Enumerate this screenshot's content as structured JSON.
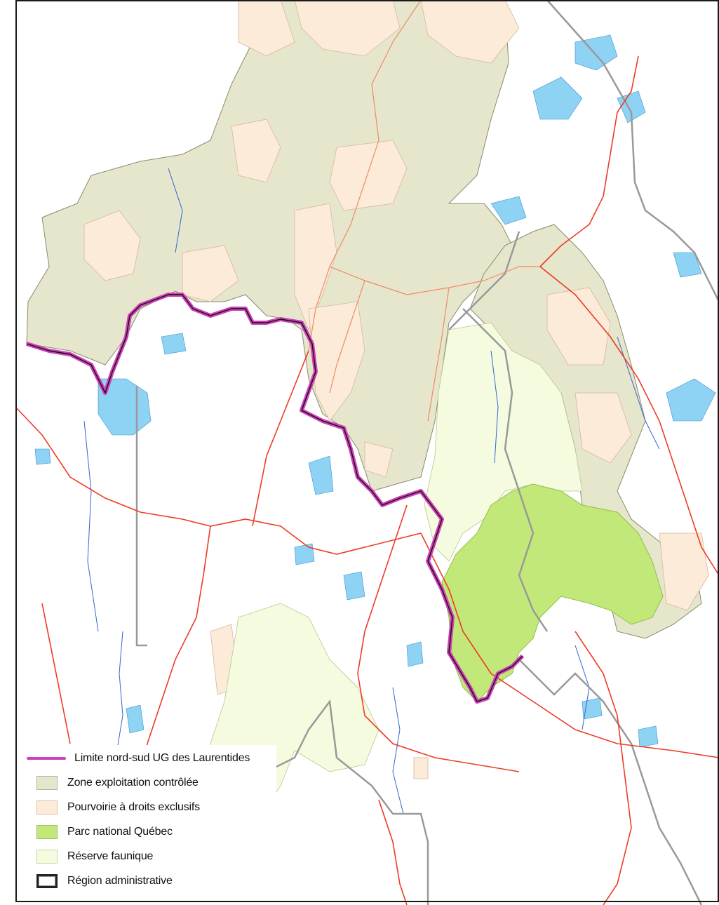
{
  "map": {
    "colors": {
      "water": "#8fd3f4",
      "zec": "#e6e6cc",
      "pourvoirie": "#fcebd8",
      "parc": "#c3e87a",
      "reserve": "#f4fbdf",
      "roads": "#ee3b24",
      "roads_secondary": "#f08a66",
      "rivers": "#3366cc",
      "limite": "#cf3fb8",
      "region": "#999999"
    }
  },
  "legend": {
    "items": [
      {
        "label": "Limite nord-sud UG des Laurentides",
        "symbol": "line-magenta"
      },
      {
        "label": "Zone exploitation contrôlée",
        "symbol": "fill-zec"
      },
      {
        "label": "Pourvoirie à droits exclusifs",
        "symbol": "fill-pourvoirie"
      },
      {
        "label": "Parc national Québec",
        "symbol": "fill-parc"
      },
      {
        "label": "Réserve faunique",
        "symbol": "fill-reserve"
      },
      {
        "label": "Région administrative",
        "symbol": "outline-region"
      }
    ]
  }
}
